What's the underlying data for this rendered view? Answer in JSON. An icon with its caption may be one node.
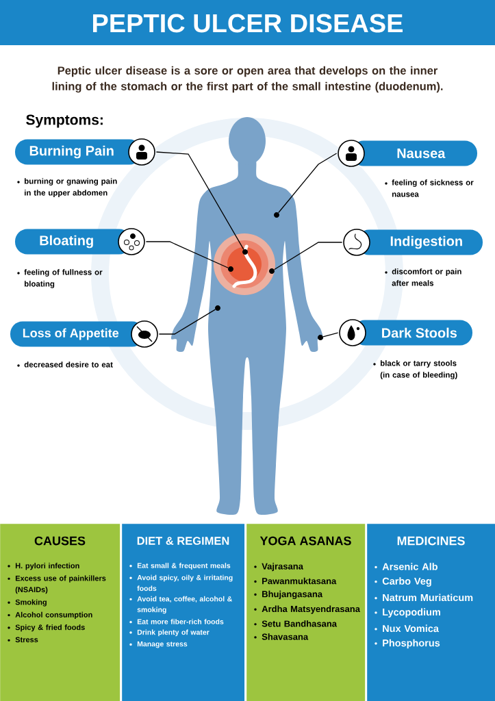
{
  "diagram": {
    "title": "PEPTIC ULCER DISEASE",
    "nodes": [
      {
        "text": [
          "Burning Pain"
        ],
        "beside": [
          "burning or gnawing pain in the upper abdomen"
        ]
      },
      {
        "text": [
          "Nausea"
        ],
        "beside": [
          "feeling of sickness or nausea"
        ]
      },
      {
        "text": [
          "Bloating"
        ],
        "beside": [
          "feeling of fullness or bloating"
        ]
      },
      {
        "text": [
          "Indigestion"
        ],
        "beside": [
          "discomfort or pain after meals"
        ]
      },
      {
        "text": [
          "Loss of Appetite"
        ],
        "beside": [
          "decreased desire to eat"
        ]
      },
      {
        "text": [
          "Dark Stools"
        ],
        "beside": [
          "black or tarry stools (in case of bleeding)"
        ]
      },
      {
        "text": [],
        "shape": "circle"
      },
      {
        "text": [],
        "shape": "circle"
      },
      {
        "text": [],
        "shape": "circle"
      },
      {
        "text": [],
        "shape": "circle"
      },
      {
        "text": [],
        "shape": "circle"
      },
      {
        "text": [],
        "shape": "circle"
      },
      {
        "text": [
          "CAUSES",
          "H. pylori infection",
          "Excess use of painkillers (NSAIDs)",
          "Smoking",
          "Alcohol consumption",
          "Spicy & fried foods",
          "Stress"
        ]
      },
      {
        "text": [
          "DIET & REGIMEN",
          "Eat small & frequent meals",
          "Avoid spicy, oily & irritating foods",
          "Avoid tea, coffee, alcohol & smoking",
          "Eat more fiber-rich foods",
          "Drink plenty of water",
          "Manage stress"
        ]
      },
      {
        "text": [
          "YOGA ASANAS",
          "Vajrasana",
          "Pawanmuktasana",
          "Bhujangasana",
          "Ardha Matsyendrasana",
          "Setu Bandhasana",
          "Shavasana"
        ]
      },
      {
        "text": [
          "MEDICINES",
          "Arsenic Alb",
          "Carbo Veg",
          "Natrum Muriaticum",
          "Lycopodium",
          "Nux Vomica",
          "Phosphorus"
        ]
      }
    ],
    "edges": [
      {
        "from": 0,
        "to": 7,
        "arrow": "none"
      },
      {
        "from": 1,
        "to": 6,
        "arrow": "none"
      },
      {
        "from": 2,
        "to": 8,
        "arrow": "none"
      },
      {
        "from": 3,
        "to": 9,
        "arrow": "none"
      },
      {
        "from": 4,
        "to": 10,
        "arrow": "none"
      },
      {
        "from": 5,
        "to": 11,
        "arrow": "none"
      }
    ],
    "labels": [
      "Peptic ulcer disease is a sore or open area that develops on the inner lining of the stomach or the first part of the small intestine (duodenum).",
      "Symptoms:"
    ]
  }
}
